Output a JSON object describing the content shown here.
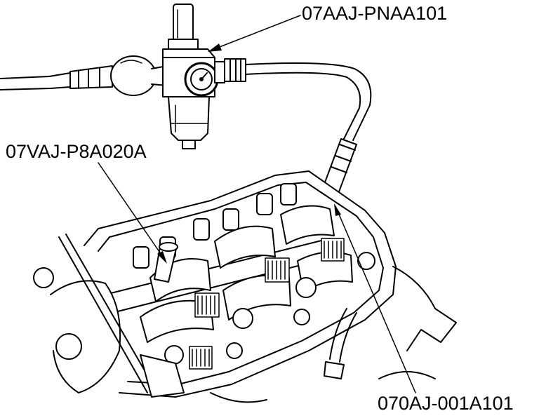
{
  "figure": {
    "callouts": [
      {
        "id": "air-pressure-regulator",
        "text": "07AAJ-PNAA101"
      },
      {
        "id": "rocker-arm-stopper",
        "text": "07VAJ-P8A020A"
      },
      {
        "id": "air-adapter",
        "text": "070AJ-001A101"
      }
    ],
    "colors": {
      "ink": "#000000",
      "paper": "#ffffff",
      "shade": "#d9d9d9"
    }
  }
}
